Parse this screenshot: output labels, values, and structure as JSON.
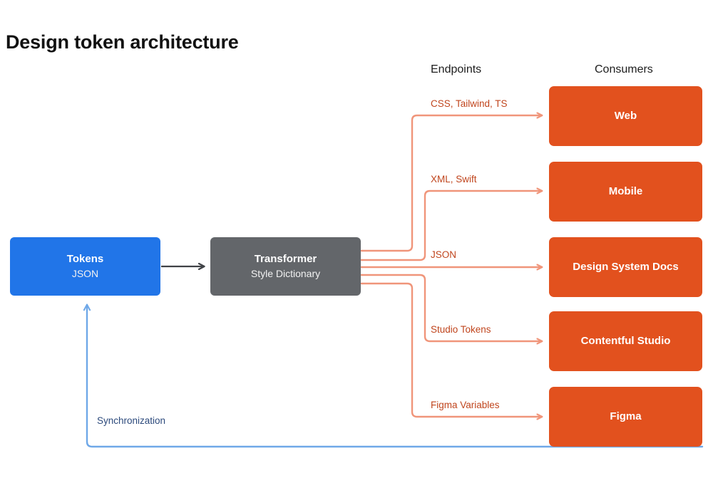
{
  "title": "Design token architecture",
  "colors": {
    "source_blue": "#2175e8",
    "transformer_gray": "#63666a",
    "consumer_orange": "#e2511e",
    "wire_salmon": "#f0957a",
    "wire_blue": "#6fa8e8",
    "wire_dark": "#3f4246",
    "edge_label_orange": "#c0451d",
    "sync_label_blue": "#2c4a7c",
    "background": "#ffffff"
  },
  "headers": {
    "endpoints": "Endpoints",
    "consumers": "Consumers"
  },
  "nodes": {
    "source": {
      "title": "Tokens",
      "subtitle": "JSON"
    },
    "transformer": {
      "title": "Transformer",
      "subtitle": "Style Dictionary"
    }
  },
  "consumers": [
    {
      "label": "Web"
    },
    {
      "label": "Mobile"
    },
    {
      "label": "Design System Docs"
    },
    {
      "label": "Contentful Studio"
    },
    {
      "label": "Figma"
    }
  ],
  "edges": {
    "source_to_transformer": "",
    "endpoint_labels": [
      "CSS, Tailwind, TS",
      "XML, Swift",
      "JSON",
      "Studio Tokens",
      "Figma Variables"
    ],
    "feedback_label": "Synchronization"
  }
}
